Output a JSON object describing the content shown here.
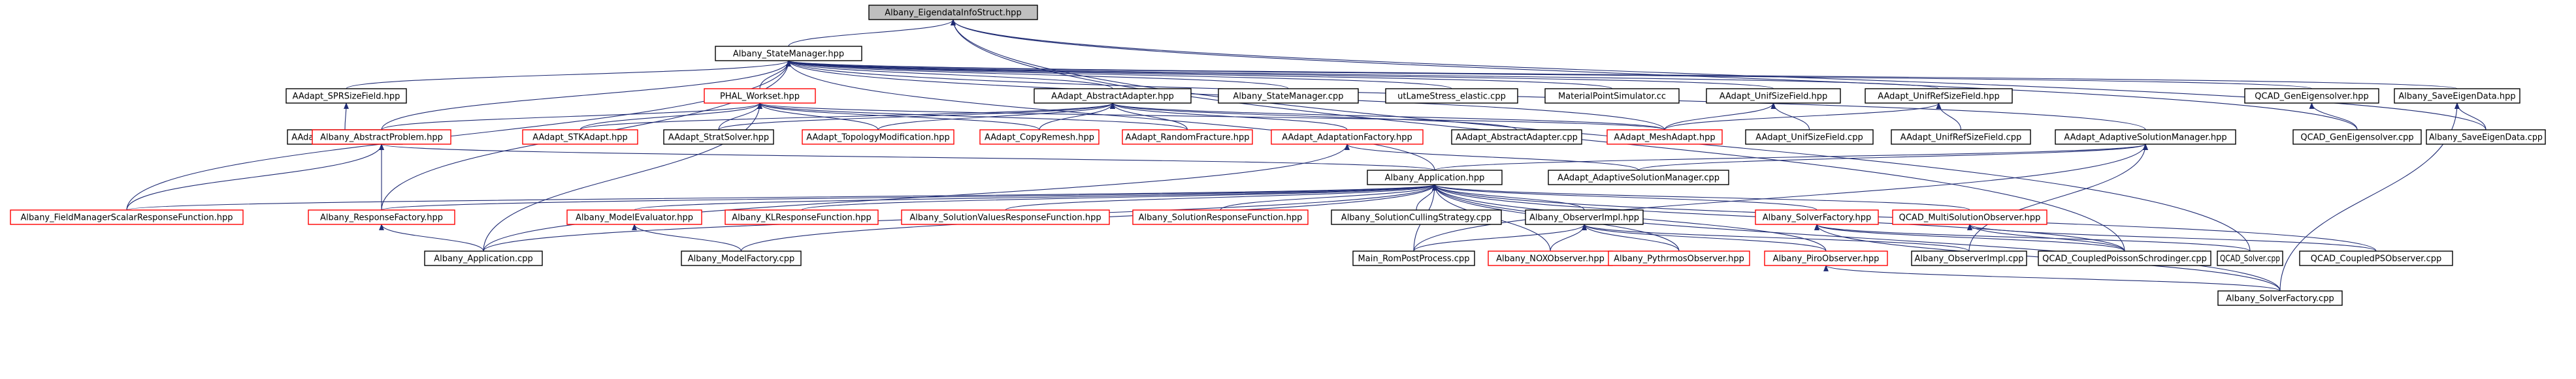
{
  "diagram": {
    "nodes": [
      {
        "id": "root",
        "label": "Albany_EigendataInfoStruct.hpp",
        "root": true
      },
      {
        "id": "sm",
        "label": "Albany_StateManager.hpp"
      },
      {
        "id": "sprsize_h",
        "label": "AAdapt_SPRSizeField.hpp"
      },
      {
        "id": "phal",
        "label": "PHAL_Workset.hpp",
        "red": true
      },
      {
        "id": "absadapt",
        "label": "AAdapt_AbstractAdapter.hpp"
      },
      {
        "id": "sm_cpp",
        "label": "Albany_StateManager.cpp"
      },
      {
        "id": "utlame",
        "label": "utLameStress_elastic.cpp"
      },
      {
        "id": "matpt",
        "label": "MaterialPointSimulator.cc"
      },
      {
        "id": "unifsize_h",
        "label": "AAdapt_UnifSizeField.hpp"
      },
      {
        "id": "unifref_h",
        "label": "AAdapt_UnifRefSizeField.hpp"
      },
      {
        "id": "qcad_gen_h",
        "label": "QCAD_GenEigensolver.hpp"
      },
      {
        "id": "saveeig_h",
        "label": "Albany_SaveEigenData.hpp"
      },
      {
        "id": "sprsize_cpp",
        "label": "AAdapt_SPRSizeField.cpp"
      },
      {
        "id": "absprob",
        "label": "Albany_AbstractProblem.hpp",
        "red": true
      },
      {
        "id": "stk",
        "label": "AAdapt_STKAdapt.hpp",
        "red": true
      },
      {
        "id": "strat",
        "label": "AAdapt_StratSolver.hpp"
      },
      {
        "id": "topo",
        "label": "AAdapt_TopologyModification.hpp",
        "red": true
      },
      {
        "id": "copyremesh",
        "label": "AAdapt_CopyRemesh.hpp",
        "red": true
      },
      {
        "id": "randfrac",
        "label": "AAdapt_RandomFracture.hpp",
        "red": true
      },
      {
        "id": "adaptfact",
        "label": "AAdapt_AdaptationFactory.hpp",
        "red": true
      },
      {
        "id": "absadapt_cpp",
        "label": "AAdapt_AbstractAdapter.cpp"
      },
      {
        "id": "meshadapt",
        "label": "AAdapt_MeshAdapt.hpp",
        "red": true
      },
      {
        "id": "unifsize_cpp",
        "label": "AAdapt_UnifSizeField.cpp"
      },
      {
        "id": "unifref_cpp",
        "label": "AAdapt_UnifRefSizeField.cpp"
      },
      {
        "id": "asm_h",
        "label": "AAdapt_AdaptiveSolutionManager.hpp"
      },
      {
        "id": "qcad_gen_cpp",
        "label": "QCAD_GenEigensolver.cpp"
      },
      {
        "id": "saveeig_cpp",
        "label": "Albany_SaveEigenData.cpp"
      },
      {
        "id": "app",
        "label": "Albany_Application.hpp"
      },
      {
        "id": "asm_cpp",
        "label": "AAdapt_AdaptiveSolutionManager.cpp"
      },
      {
        "id": "fmsrf",
        "label": "Albany_FieldManagerScalarResponseFunction.hpp",
        "red": true
      },
      {
        "id": "respfact",
        "label": "Albany_ResponseFactory.hpp",
        "red": true
      },
      {
        "id": "modeleval",
        "label": "Albany_ModelEvaluator.hpp",
        "red": true
      },
      {
        "id": "klresp",
        "label": "Albany_KLResponseFunction.hpp",
        "red": true
      },
      {
        "id": "solvalresp",
        "label": "Albany_SolutionValuesResponseFunction.hpp",
        "red": true
      },
      {
        "id": "solresp",
        "label": "Albany_SolutionResponseFunction.hpp",
        "red": true
      },
      {
        "id": "solcull",
        "label": "Albany_SolutionCullingStrategy.cpp"
      },
      {
        "id": "obsimpl_h",
        "label": "Albany_ObserverImpl.hpp"
      },
      {
        "id": "solvfact_h",
        "label": "Albany_SolverFactory.hpp",
        "red": true
      },
      {
        "id": "multisol",
        "label": "QCAD_MultiSolutionObserver.hpp",
        "red": true
      },
      {
        "id": "app_cpp",
        "label": "Albany_Application.cpp"
      },
      {
        "id": "modelfact",
        "label": "Albany_ModelFactory.cpp"
      },
      {
        "id": "mainrom",
        "label": "Main_RomPostProcess.cpp"
      },
      {
        "id": "noxobs",
        "label": "Albany_NOXObserver.hpp",
        "red": true
      },
      {
        "id": "pythrmos",
        "label": "Albany_PythrmosObserver.hpp",
        "red": true
      },
      {
        "id": "piroobs",
        "label": "Albany_PiroObserver.hpp",
        "red": true
      },
      {
        "id": "obsimpl_cpp",
        "label": "Albany_ObserverImpl.cpp"
      },
      {
        "id": "coupledps",
        "label": "QCAD_CoupledPoissonSchrodinger.cpp"
      },
      {
        "id": "qcadsolver",
        "label": "QCAD_Solver.cpp"
      },
      {
        "id": "coupledpsobs",
        "label": "QCAD_CoupledPSObserver.cpp"
      },
      {
        "id": "solvfact_cpp",
        "label": "Albany_SolverFactory.cpp"
      }
    ],
    "edges": [
      [
        "sm",
        "root"
      ],
      [
        "qcad_gen_cpp",
        "root"
      ],
      [
        "saveeig_cpp",
        "root"
      ],
      [
        "qcadsolver",
        "root"
      ],
      [
        "coupledps",
        "root"
      ],
      [
        "phal",
        "sm"
      ],
      [
        "sprsize_h",
        "sm"
      ],
      [
        "absadapt",
        "sm"
      ],
      [
        "sm_cpp",
        "sm"
      ],
      [
        "utlame",
        "sm"
      ],
      [
        "matpt",
        "sm"
      ],
      [
        "unifsize_h",
        "sm"
      ],
      [
        "unifref_h",
        "sm"
      ],
      [
        "qcad_gen_h",
        "sm"
      ],
      [
        "saveeig_h",
        "sm"
      ],
      [
        "absprob",
        "sm"
      ],
      [
        "meshadapt",
        "sm"
      ],
      [
        "asm_h",
        "sm"
      ],
      [
        "app",
        "sm"
      ],
      [
        "fmsrf",
        "sm"
      ],
      [
        "respfact",
        "sm"
      ],
      [
        "sprsize_cpp",
        "sprsize_h"
      ],
      [
        "absprob",
        "phal"
      ],
      [
        "stk",
        "phal"
      ],
      [
        "strat",
        "phal"
      ],
      [
        "topo",
        "phal"
      ],
      [
        "copyremesh",
        "phal"
      ],
      [
        "randfrac",
        "phal"
      ],
      [
        "meshadapt",
        "phal"
      ],
      [
        "app_cpp",
        "phal"
      ],
      [
        "stk",
        "absadapt"
      ],
      [
        "strat",
        "absadapt"
      ],
      [
        "topo",
        "absadapt"
      ],
      [
        "copyremesh",
        "absadapt"
      ],
      [
        "randfrac",
        "absadapt"
      ],
      [
        "adaptfact",
        "absadapt"
      ],
      [
        "absadapt_cpp",
        "absadapt"
      ],
      [
        "meshadapt",
        "absadapt"
      ],
      [
        "meshadapt",
        "unifsize_h"
      ],
      [
        "unifsize_cpp",
        "unifsize_h"
      ],
      [
        "meshadapt",
        "unifref_h"
      ],
      [
        "unifref_cpp",
        "unifref_h"
      ],
      [
        "qcad_gen_cpp",
        "qcad_gen_h"
      ],
      [
        "saveeig_cpp",
        "saveeig_h"
      ],
      [
        "solvfact_cpp",
        "saveeig_h"
      ],
      [
        "app",
        "absprob"
      ],
      [
        "respfact",
        "absprob"
      ],
      [
        "fmsrf",
        "absprob"
      ],
      [
        "asm_cpp",
        "adaptfact"
      ],
      [
        "app_cpp",
        "adaptfact"
      ],
      [
        "app",
        "asm_h"
      ],
      [
        "asm_cpp",
        "asm_h"
      ],
      [
        "obsimpl_cpp",
        "asm_h"
      ],
      [
        "mainrom",
        "asm_h"
      ],
      [
        "fmsrf",
        "app"
      ],
      [
        "respfact",
        "app"
      ],
      [
        "modeleval",
        "app"
      ],
      [
        "klresp",
        "app"
      ],
      [
        "solvalresp",
        "app"
      ],
      [
        "solresp",
        "app"
      ],
      [
        "solcull",
        "app"
      ],
      [
        "obsimpl_h",
        "app"
      ],
      [
        "solvfact_h",
        "app"
      ],
      [
        "multisol",
        "app"
      ],
      [
        "app_cpp",
        "app"
      ],
      [
        "modelfact",
        "app"
      ],
      [
        "mainrom",
        "app"
      ],
      [
        "noxobs",
        "app"
      ],
      [
        "pythrmos",
        "app"
      ],
      [
        "piroobs",
        "app"
      ],
      [
        "coupledps",
        "app"
      ],
      [
        "coupledpsobs",
        "app"
      ],
      [
        "solvfact_cpp",
        "app"
      ],
      [
        "app_cpp",
        "respfact"
      ],
      [
        "modelfact",
        "modeleval"
      ],
      [
        "mainrom",
        "obsimpl_h"
      ],
      [
        "noxobs",
        "obsimpl_h"
      ],
      [
        "pythrmos",
        "obsimpl_h"
      ],
      [
        "piroobs",
        "obsimpl_h"
      ],
      [
        "obsimpl_cpp",
        "obsimpl_h"
      ],
      [
        "coupledps",
        "solvfact_h"
      ],
      [
        "qcadsolver",
        "solvfact_h"
      ],
      [
        "solvfact_cpp",
        "solvfact_h"
      ],
      [
        "coupledps",
        "multisol"
      ],
      [
        "coupledpsobs",
        "multisol"
      ],
      [
        "solvfact_cpp",
        "piroobs"
      ]
    ]
  }
}
